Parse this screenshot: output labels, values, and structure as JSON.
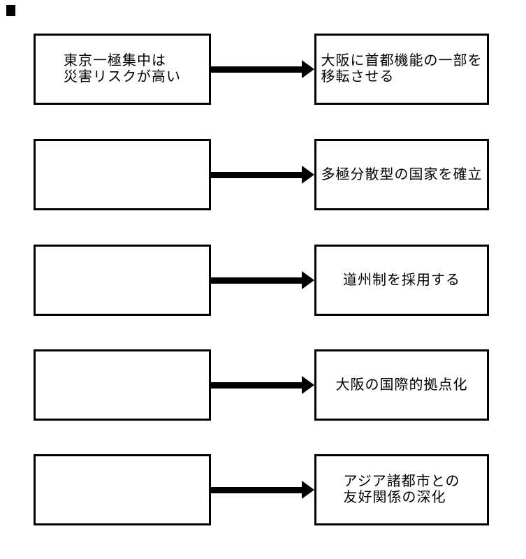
{
  "diagram": {
    "title": "",
    "colors": {
      "ink": "#000000",
      "background": "#ffffff",
      "box_border": "#000000",
      "arrow": "#000000"
    },
    "rows": [
      {
        "cause": {
          "lines": [
            "東京一極集中は",
            "災害リスクが高い"
          ]
        },
        "effect": {
          "lines": [
            "大阪に首都機能の一部を",
            "移転させる"
          ]
        }
      },
      {
        "cause": {
          "lines": []
        },
        "effect": {
          "lines": [
            "多極分散型の国家を確立"
          ]
        }
      },
      {
        "cause": {
          "lines": []
        },
        "effect": {
          "lines": [
            "道州制を採用する"
          ]
        }
      },
      {
        "cause": {
          "lines": []
        },
        "effect": {
          "lines": [
            "大阪の国際的拠点化"
          ]
        }
      },
      {
        "cause": {
          "lines": []
        },
        "effect": {
          "lines": [
            "アジア諸都市との",
            "友好関係の深化"
          ]
        }
      }
    ]
  }
}
